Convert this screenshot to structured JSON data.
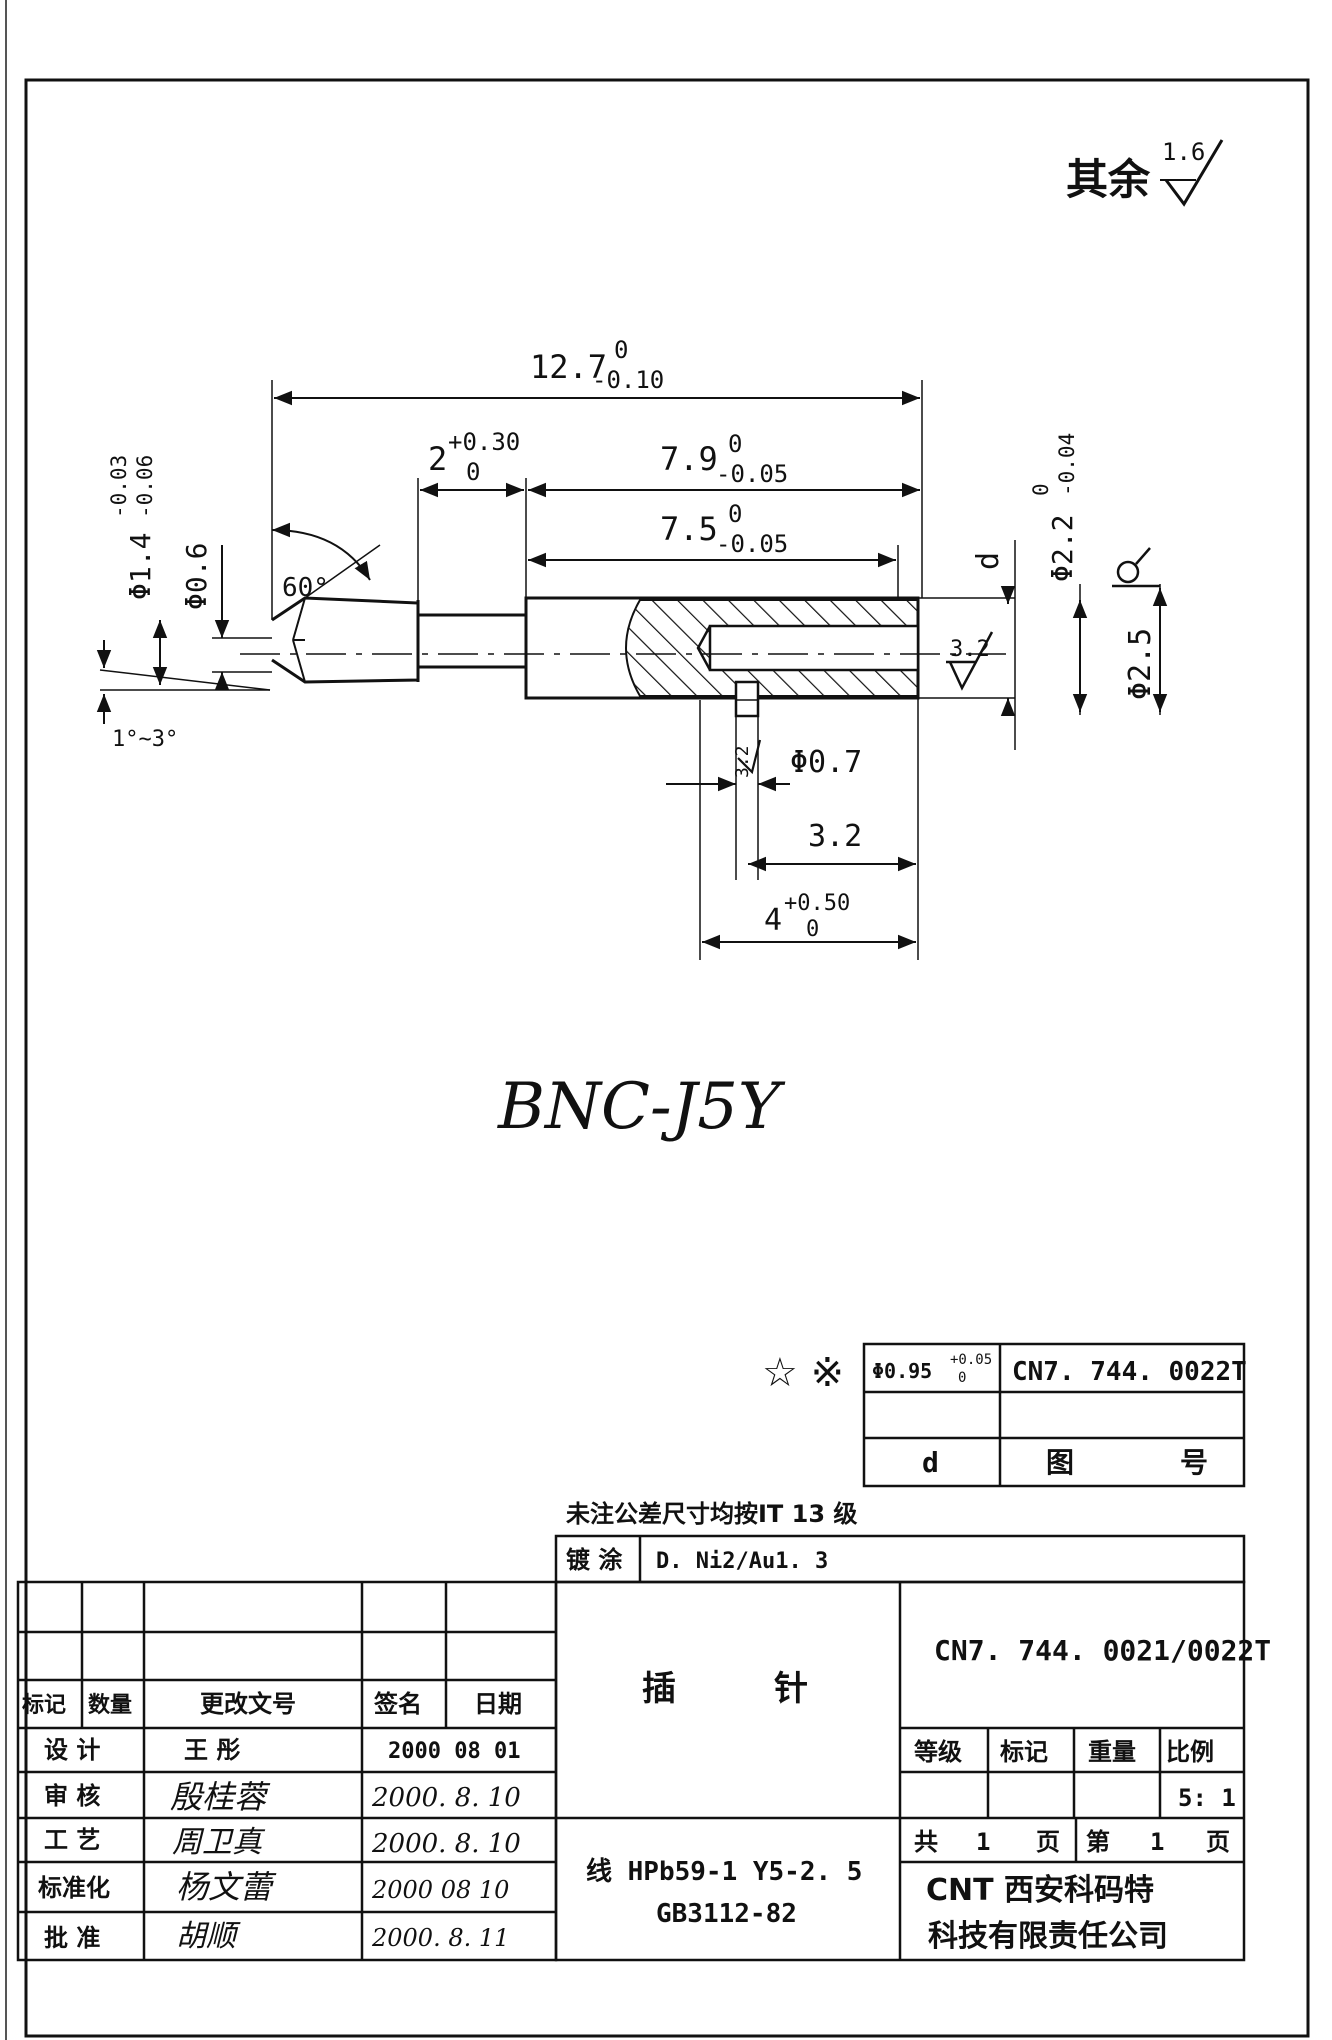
{
  "surface_note": {
    "prefix": "其余",
    "value": "1.6"
  },
  "dimensions": {
    "overall_length": {
      "nominal": "12.7",
      "upper": "0",
      "lower": "-0.10"
    },
    "groove_width": {
      "nominal": "2",
      "upper": "+0.30",
      "lower": "0"
    },
    "body_length": {
      "nominal": "7.9",
      "upper": "0",
      "lower": "-0.05"
    },
    "inner_length": {
      "nominal": "7.5",
      "upper": "0",
      "lower": "-0.05"
    },
    "tip_dia": {
      "nominal": "Φ1.4",
      "upper": "-0.03",
      "lower": "-0.06"
    },
    "point_dia": "Φ0.6",
    "angle": "60°",
    "taper": "1°~3°",
    "d_label": "d",
    "body_dia": {
      "nominal": "Φ2.2",
      "upper": "0",
      "lower": "-0.04"
    },
    "outer_dia": "Φ2.5",
    "roughness_hole": "3.2",
    "roughness_cross": "3.2",
    "cross_hole_dia": "Φ0.7",
    "cross_hole_pos": "3.2",
    "hole_depth": {
      "nominal": "4",
      "upper": "+0.50",
      "lower": "0"
    }
  },
  "handwritten_label": "BNC-J5Y",
  "variant_table": {
    "marks": "☆ ※",
    "d_value": {
      "nominal": "Φ0.95",
      "upper": "+0.05",
      "lower": "0"
    },
    "drawing_no": "CN7. 744. 0022T",
    "col_d": "d",
    "col_tu": "图",
    "col_hao": "号"
  },
  "general_tolerance": "未注公差尺寸均按IT 13 级",
  "plating": {
    "label": "镀 涂",
    "value": "D. Ni2/Au1. 3"
  },
  "title_block": {
    "part_name_1": "插",
    "part_name_2": "针",
    "drawing_number": "CN7. 744. 0021/0022T",
    "material_line1": "线 HPb59-1 Y5-2. 5",
    "material_line2": "GB3112-82",
    "grade_label": "等级",
    "mark_label": "标记",
    "weight_label": "重量",
    "scale_label": "比例",
    "scale_value": "5: 1",
    "sheets": {
      "gong": "共",
      "total": "1",
      "ye1": "页",
      "di": "第",
      "current": "1",
      "ye2": "页"
    },
    "company_line1": "CNT  西安科码特",
    "company_line2": "科技有限责任公司",
    "revision_headers": {
      "mark": "标记",
      "qty": "数量",
      "doc": "更改文号",
      "sign": "签名",
      "date": "日期"
    },
    "roles": [
      {
        "role": "设 计",
        "name": "王   彤",
        "date": "2000 08 01"
      },
      {
        "role": "审 核",
        "name": "殷桂蓉",
        "date": "2000. 8. 10"
      },
      {
        "role": "工 艺",
        "name": "周卫真",
        "date": "2000. 8. 10"
      },
      {
        "role": "标准化",
        "name": "杨文蕾",
        "date": "2000 08 10"
      },
      {
        "role": "批 准",
        "name": "胡顺",
        "date": "2000. 8. 11"
      }
    ]
  }
}
